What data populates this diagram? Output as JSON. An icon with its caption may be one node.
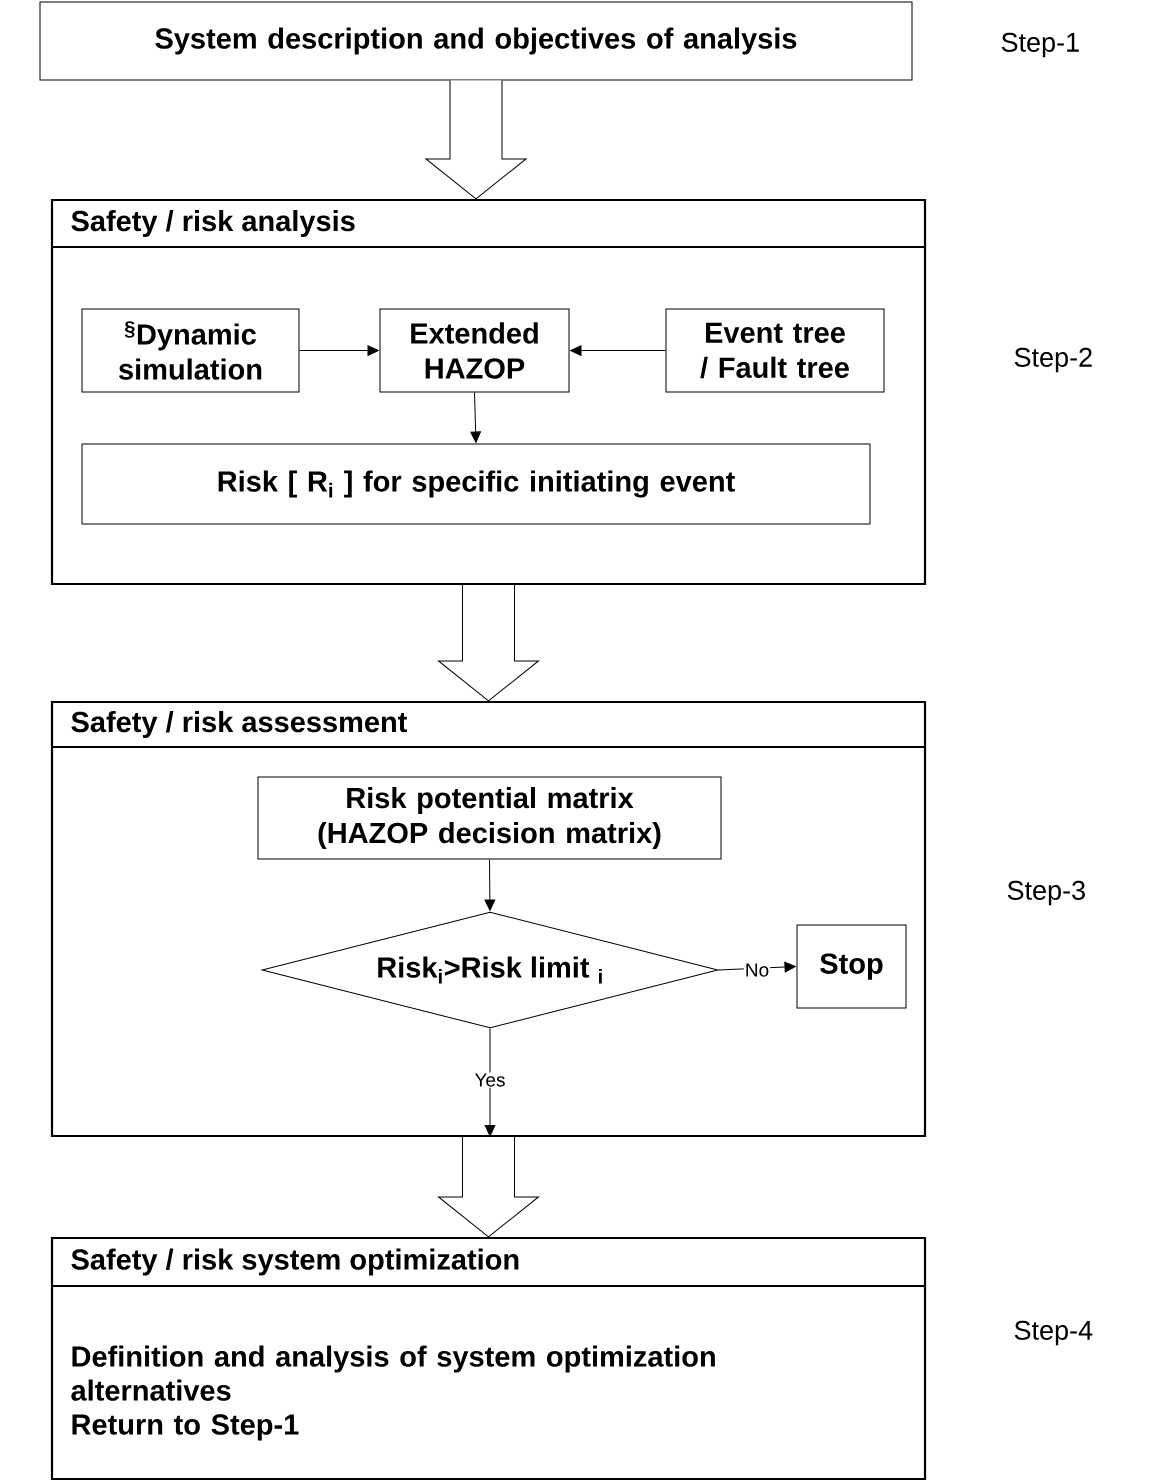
{
  "diagram": {
    "nodes": [
      {
        "text": [
          "System description and objectives of analysis"
        ],
        "beside": [
          "Step-1"
        ]
      },
      {
        "text": [
          "Safety / risk analysis"
        ],
        "beside": [
          "Step-2"
        ]
      },
      {
        "text": [
          "$^{§}$Dynamic simulation"
        ],
        "in": 1
      },
      {
        "text": [
          "Extended HAZOP"
        ],
        "in": 1
      },
      {
        "text": [
          "Event tree / Fault tree"
        ],
        "in": 1
      },
      {
        "text": [
          "Risk [ R$_{i}$ ] for specific initiating event"
        ],
        "in": 1
      },
      {
        "text": [
          "Safety / risk assessment"
        ],
        "beside": [
          "Step-3"
        ]
      },
      {
        "text": [
          "Risk potential matrix (HAZOP decision matrix)"
        ],
        "in": 6
      },
      {
        "text": [
          "Risk$_{i}$>Risk limit $_{i}$"
        ],
        "in": 6
      },
      {
        "text": [
          "Stop"
        ],
        "in": 6
      },
      {
        "text": [
          "Safety / risk system optimization",
          "Definition and analysis of system optimization alternatives",
          "Return to Step-1"
        ],
        "beside": [
          "Step-4"
        ]
      }
    ],
    "edges": [
      {
        "from": 0,
        "to": 1,
        "arrow": "to",
        "style": "thick"
      },
      {
        "from": 2,
        "to": 3,
        "arrow": "to"
      },
      {
        "from": 4,
        "to": 3,
        "arrow": "to"
      },
      {
        "from": 3,
        "to": 5,
        "arrow": "to"
      },
      {
        "from": 1,
        "to": 6,
        "arrow": "to",
        "style": "thick"
      },
      {
        "from": 7,
        "to": 8,
        "arrow": "to"
      },
      {
        "from": 8,
        "to": 9,
        "arrow": "to",
        "label": "No"
      },
      {
        "from": 8,
        "to": null,
        "arrow": "to",
        "label": "Yes"
      },
      {
        "from": 6,
        "to": 10,
        "arrow": "to",
        "style": "thick"
      }
    ]
  }
}
